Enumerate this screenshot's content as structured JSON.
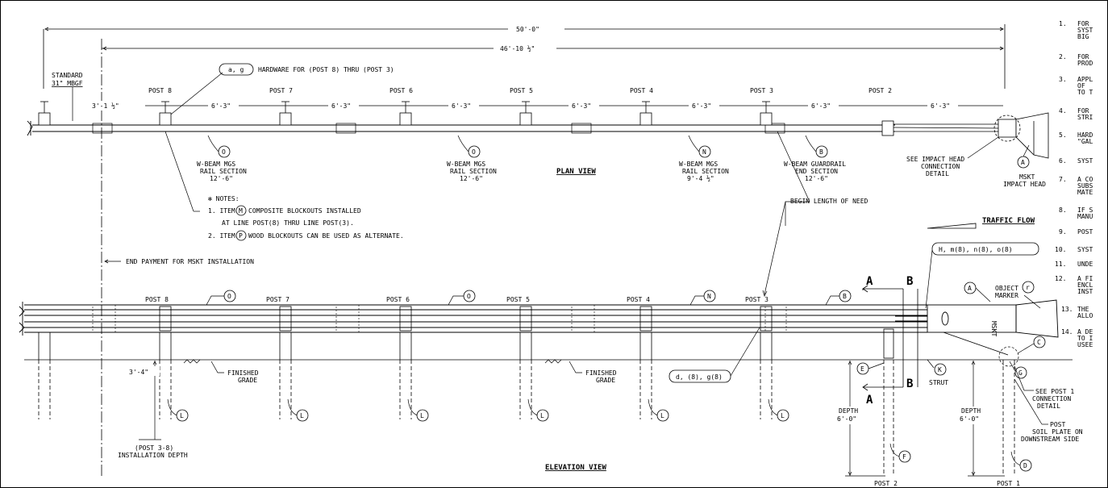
{
  "dimensions": {
    "overall": "50'-0\"",
    "length_46": "46'-10 ½\"",
    "first_spacing": "3'-1 ½\"",
    "spacing": "6'-3\"",
    "install_depth": "3'-4\"",
    "depth": "DEPTH",
    "depth_value": "6'-0\""
  },
  "standard": {
    "line1": "STANDARD",
    "line2": "31\" MBGF"
  },
  "hardware_tag": {
    "callout": "a, g",
    "text": "HARDWARE FOR (POST 8) THRU (POST 3)"
  },
  "posts": [
    "POST 8",
    "POST 7",
    "POST 6",
    "POST 5",
    "POST 4",
    "POST 3",
    "POST 2"
  ],
  "rail_labels": {
    "o1": {
      "tag": "O",
      "l1": "W-BEAM MGS",
      "l2": "RAIL SECTION",
      "l3": "12'-6\""
    },
    "o2": {
      "tag": "O",
      "l1": "W-BEAM MGS",
      "l2": "RAIL SECTION",
      "l3": "12'-6\""
    },
    "n": {
      "tag": "N",
      "l1": "W-BEAM MGS",
      "l2": "RAIL SECTION",
      "l3": "9'-4 ½\""
    },
    "b": {
      "tag": "B",
      "l1": "W-BEAM GUARDRAIL",
      "l2": "END SECTION",
      "l3": "12'-6\""
    }
  },
  "plan_view": "PLAN VIEW",
  "elevation_view": "ELEVATION VIEW",
  "impact_head": {
    "tag": "A",
    "l1": "MSKT",
    "l2": "IMPACT HEAD"
  },
  "impact_conn": {
    "l1": "SEE IMPACT HEAD",
    "l2": "CONNECTION",
    "l3": "DETAIL"
  },
  "notes": {
    "title": "✻ NOTES:",
    "n1a": "1. ITEM",
    "n1tag": "M",
    "n1b": "COMPOSITE BLOCKOUTS INSTALLED",
    "n1c": "AT LINE POST(8) THRU LINE POST(3).",
    "n2a": "2. ITEM",
    "n2tag": "P",
    "n2b": "WOOD BLOCKOUTS CAN BE USED AS ALTERNATE."
  },
  "begin_lon": "BEGIN LENGTH OF NEED",
  "traffic_flow": "TRAFFIC FLOW",
  "end_payment": "END PAYMENT FOR MSKT INSTALLATION",
  "hmno": "H, m(8), n(8), o(8)",
  "section_marks": {
    "a": "A",
    "b": "B"
  },
  "object_marker": {
    "l1": "OBJECT",
    "l2": "MARKER",
    "tag": "r"
  },
  "dbg": "d, (8), g(8)",
  "finished_grade": {
    "l1": "FINISHED",
    "l2": "GRADE"
  },
  "install_depth": {
    "l1": "(POST 3-8)",
    "l2": "INSTALLATION DEPTH"
  },
  "tags": {
    "l": "L",
    "e": "E",
    "k": "K",
    "c": "C",
    "g": "G",
    "f": "F",
    "d": "D"
  },
  "strut": "STRUT",
  "post1_conn": {
    "l1": "SEE POST 1",
    "l2": "CONNECTION",
    "l3": "DETAIL"
  },
  "soil_plate": {
    "l1": "POST",
    "l2": "SOIL PLATE ON",
    "l3": "DOWNSTREAM SIDE"
  },
  "bottom_posts": {
    "p2": "POST 2",
    "p1": "POST 1"
  },
  "mskt_text": "MSKT",
  "right_notes": [
    {
      "num": "1.",
      "l1": "FOR",
      "l2": "SYST",
      "l3": "BIG"
    },
    {
      "num": "2.",
      "l1": "FOR",
      "l2": "PROD"
    },
    {
      "num": "3.",
      "l1": "APPL",
      "l2": "OF",
      "l3": "TO T"
    },
    {
      "num": "4.",
      "l1": "FOR",
      "l2": "STRI"
    },
    {
      "num": "5.",
      "l1": "HARD",
      "l2": "\"GAL"
    },
    {
      "num": "6.",
      "l1": "SYST"
    },
    {
      "num": "7.",
      "l1": "A CO",
      "l2": "SUBS",
      "l3": "MATE"
    },
    {
      "num": "8.",
      "l1": "IF S",
      "l2": "MANU"
    },
    {
      "num": "9.",
      "l1": "POST"
    },
    {
      "num": "10.",
      "l1": "SYST"
    },
    {
      "num": "11.",
      "l1": "UNDE"
    },
    {
      "num": "12.",
      "l1": "A FI",
      "l2": "ENCL",
      "l3": "INST"
    },
    {
      "num": "13.",
      "l1": "THE",
      "l2": "ALLO"
    },
    {
      "num": "14.",
      "l1": "A DE",
      "l2": "TO I",
      "l3": "USEE"
    }
  ]
}
